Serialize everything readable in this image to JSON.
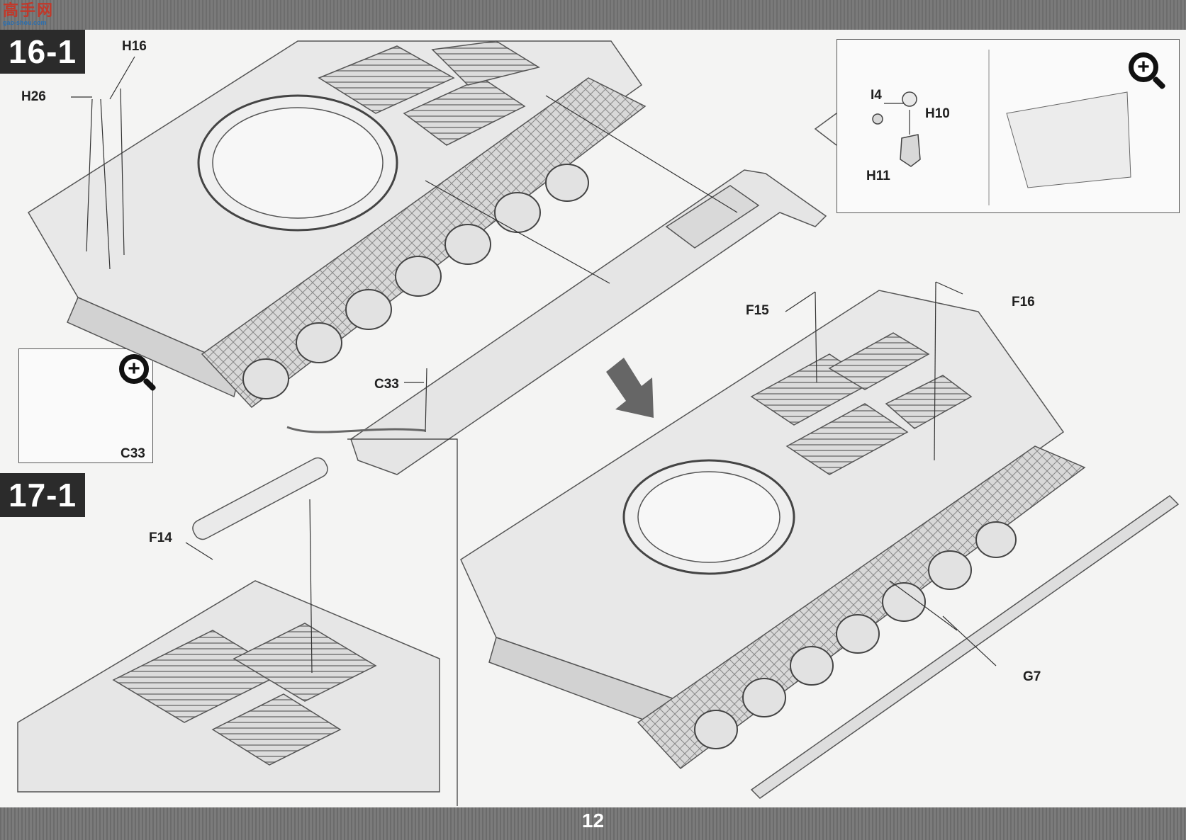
{
  "header": {
    "logo_text": "高手网",
    "logo_sub": "gao-shou.com"
  },
  "steps": {
    "step_16": "16-1",
    "step_17": "17-1"
  },
  "labels": {
    "h16": "H16",
    "h26": "H26",
    "i4": "I4",
    "h10": "H10",
    "h11": "H11",
    "c33": "C33",
    "c33_detail": "C33",
    "f15": "F15",
    "f16": "F16",
    "f14": "F14",
    "g7": "G7"
  },
  "icons": {
    "zoom": "magnify-plus-icon",
    "arrow": "assembly-arrow-icon"
  },
  "footer": {
    "page_number": "12"
  },
  "colors": {
    "band": "#747474",
    "step_bg": "#2b2b2b",
    "line": "#3a3a3a",
    "hull": "#e6e6e6"
  }
}
